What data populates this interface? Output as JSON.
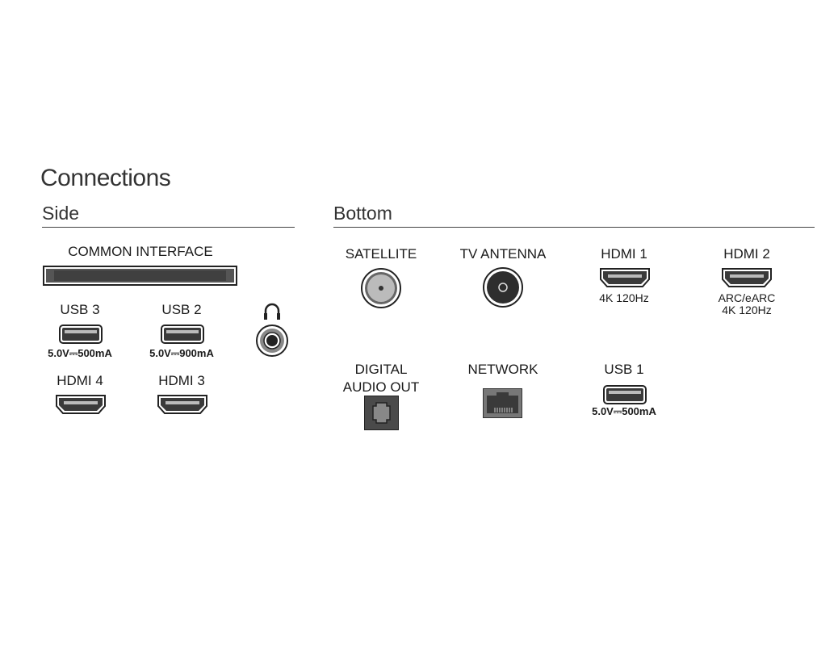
{
  "title": "Connections",
  "sections": {
    "side": "Side",
    "bottom": "Bottom"
  },
  "side": {
    "common_interface": "COMMON INTERFACE",
    "usb3": {
      "label": "USB 3",
      "spec": "5.0V⎓500mA"
    },
    "usb2": {
      "label": "USB 2",
      "spec": "5.0V⎓900mA"
    },
    "headphone_icon": "headphones-icon",
    "hdmi4": {
      "label": "HDMI 4"
    },
    "hdmi3": {
      "label": "HDMI 3"
    }
  },
  "bottom": {
    "satellite": {
      "label": "SATELLITE"
    },
    "tv_antenna": {
      "label": "TV ANTENNA"
    },
    "hdmi1": {
      "label": "HDMI 1",
      "spec": "4K 120Hz"
    },
    "hdmi2": {
      "label": "HDMI 2",
      "spec_line1": "ARC/eARC",
      "spec_line2": "4K 120Hz"
    },
    "digital_audio_out": {
      "line1": "DIGITAL",
      "line2": "AUDIO OUT"
    },
    "network": {
      "label": "NETWORK"
    },
    "usb1": {
      "label": "USB 1",
      "spec": "5.0V⎓500mA"
    }
  }
}
